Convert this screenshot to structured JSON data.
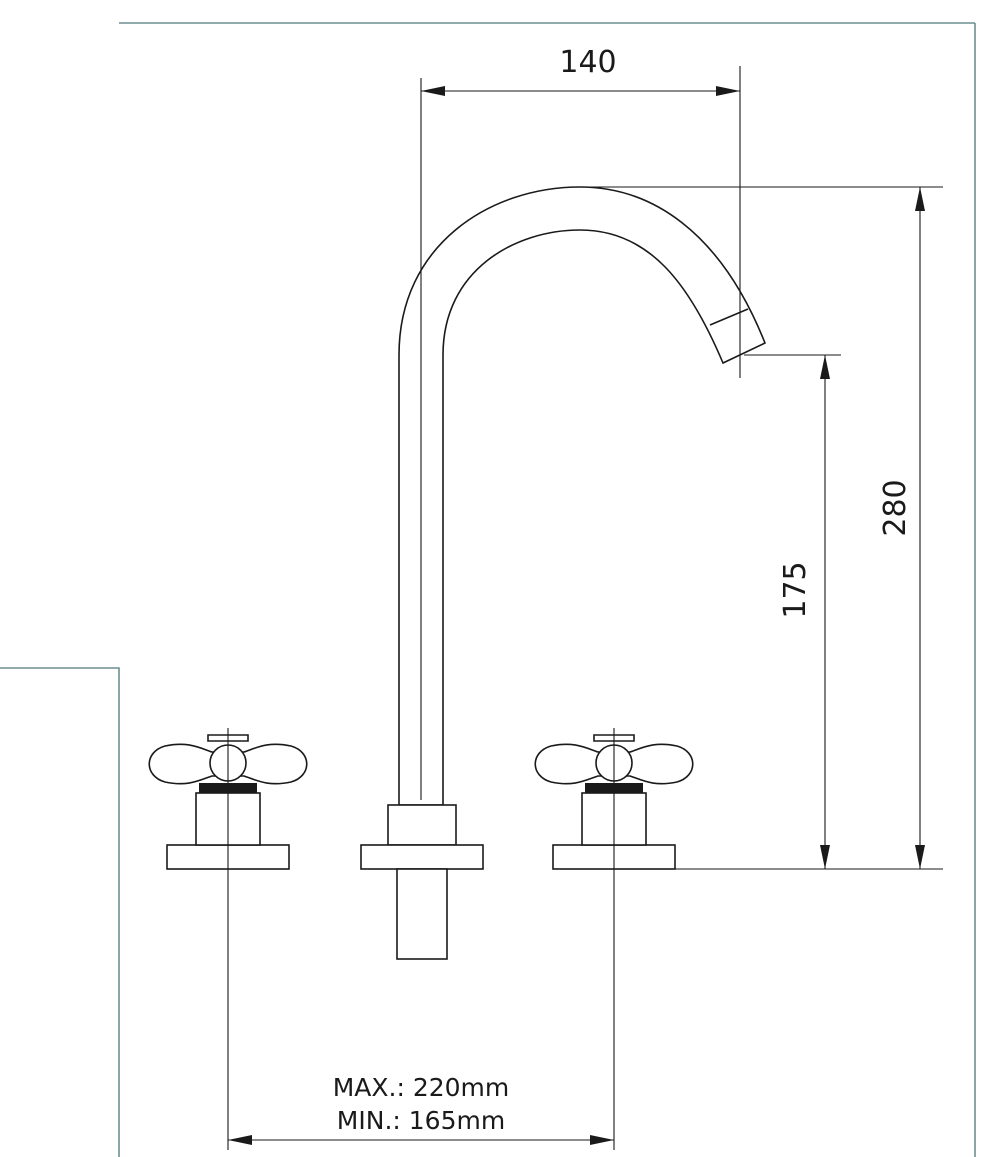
{
  "dimensions": {
    "spout_reach": "140",
    "spout_outlet_height": "175",
    "overall_height": "280"
  },
  "handle_spacing": {
    "max_label": "MAX.: 220mm",
    "min_label": "MIN.: 165mm"
  },
  "colors": {
    "line": "#1a1a1a",
    "frame": "#6d8f90",
    "background": "#ffffff"
  }
}
